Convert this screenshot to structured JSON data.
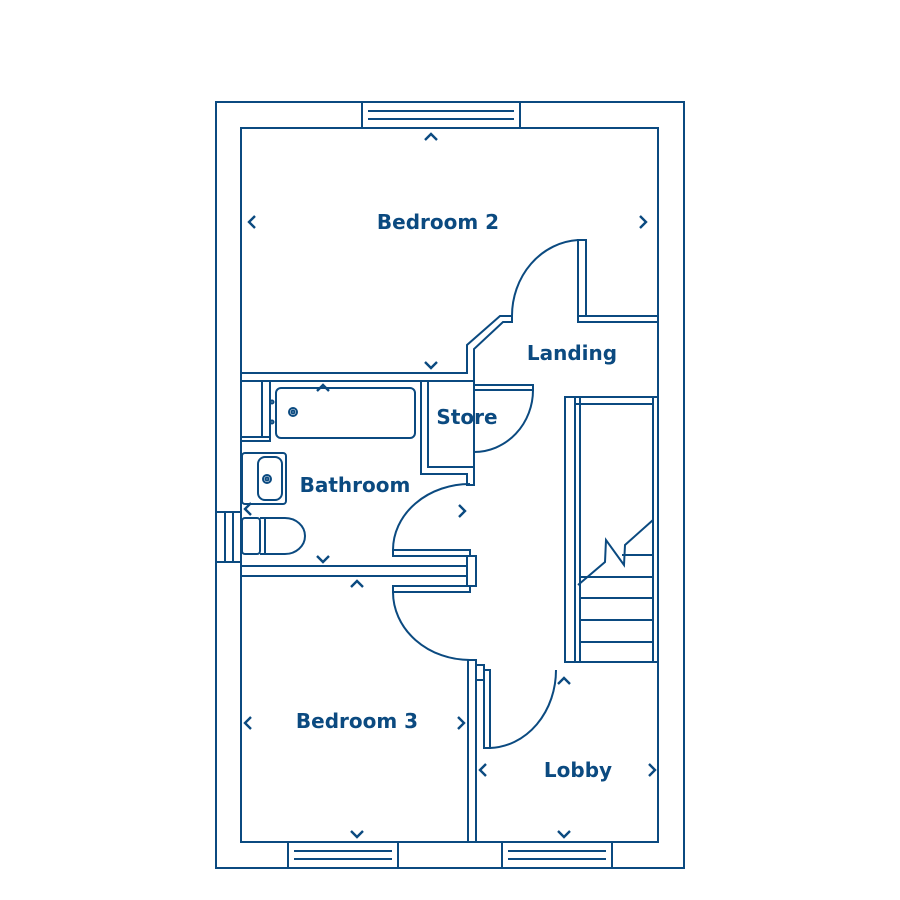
{
  "plan": {
    "rooms": [
      {
        "id": "bedroom2",
        "label": "Bedroom 2"
      },
      {
        "id": "landing",
        "label": "Landing"
      },
      {
        "id": "store",
        "label": "Store"
      },
      {
        "id": "bathroom",
        "label": "Bathroom"
      },
      {
        "id": "bedroom3",
        "label": "Bedroom 3"
      },
      {
        "id": "lobby",
        "label": "Lobby"
      }
    ],
    "colors": {
      "line": "#0b4a80",
      "floor": "#ebebeb",
      "wall": "#ffffff"
    }
  }
}
